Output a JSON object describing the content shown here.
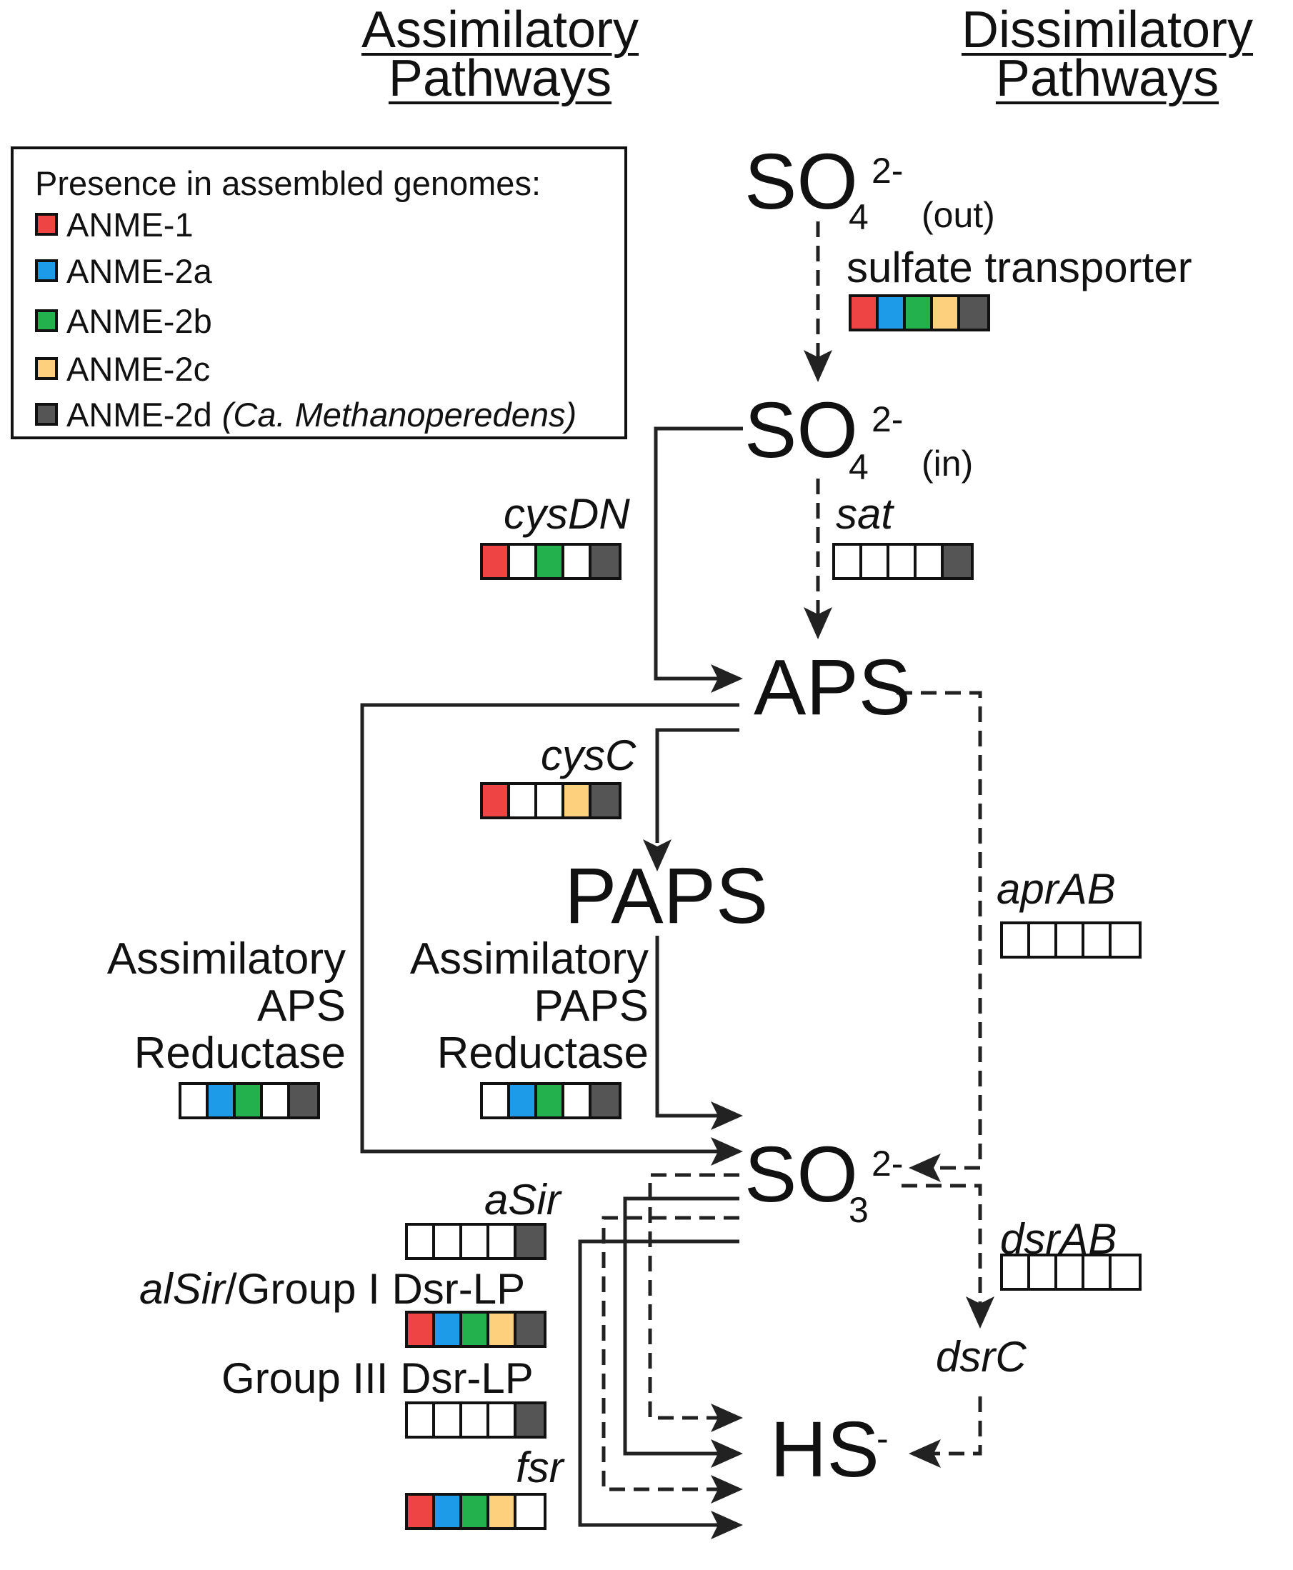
{
  "headers": {
    "assimilatory": [
      "Assimilatory",
      "Pathways"
    ],
    "dissimilatory": [
      "Dissimilatory",
      "Pathways"
    ]
  },
  "legend": {
    "title": "Presence in assembled genomes:",
    "groups": [
      {
        "label": "ANME-1",
        "color": "#ef4444"
      },
      {
        "label": "ANME-2a",
        "color": "#1d9be8"
      },
      {
        "label": "ANME-2b",
        "color": "#22b14c"
      },
      {
        "label": "ANME-2c",
        "color": "#fdd07e"
      },
      {
        "label": "ANME-2d",
        "note": "(Ca. Methanoperedens)",
        "color": "#555555"
      }
    ]
  },
  "metabolites": {
    "so4_out": {
      "base": "SO",
      "sub": "4",
      "sup": "2-",
      "loc": "(out)"
    },
    "so4_in": {
      "base": "SO",
      "sub": "4",
      "sup": "2-",
      "loc": "(in)"
    },
    "aps": "APS",
    "paps": "PAPS",
    "so3": {
      "base": "SO",
      "sub": "3",
      "sup": "2-"
    },
    "hs": {
      "base": "HS",
      "sup": "-"
    }
  },
  "genes": {
    "sulfate_transporter": {
      "label": "sulfate transporter",
      "presence": [
        1,
        1,
        1,
        1,
        1
      ]
    },
    "cysDN": {
      "label": "cysDN",
      "presence": [
        1,
        0,
        1,
        0,
        1
      ]
    },
    "sat": {
      "label": "sat",
      "presence": [
        0,
        0,
        0,
        0,
        1
      ]
    },
    "cysC": {
      "label": "cysC",
      "presence": [
        1,
        0,
        0,
        1,
        1
      ]
    },
    "aprAB": {
      "label": "aprAB",
      "presence": [
        0,
        0,
        0,
        0,
        0
      ]
    },
    "aps_reductase": {
      "label": [
        "Assimilatory",
        "APS",
        "Reductase"
      ],
      "presence": [
        0,
        1,
        1,
        0,
        1
      ]
    },
    "paps_reductase": {
      "label": [
        "Assimilatory",
        "PAPS",
        "Reductase"
      ],
      "presence": [
        0,
        1,
        1,
        0,
        1
      ]
    },
    "aSir": {
      "label": "aSir",
      "presence": [
        0,
        0,
        0,
        0,
        1
      ]
    },
    "alSir": {
      "label_italic": "alSir",
      "label_rest": "/Group I Dsr-LP",
      "presence": [
        1,
        1,
        1,
        1,
        1
      ]
    },
    "group3": {
      "label": "Group III Dsr-LP",
      "presence": [
        0,
        0,
        0,
        0,
        1
      ]
    },
    "fsr": {
      "label": "fsr",
      "presence": [
        1,
        1,
        1,
        1,
        0
      ]
    },
    "dsrAB": {
      "label": "dsrAB",
      "presence": [
        0,
        0,
        0,
        0,
        0
      ]
    },
    "dsrC": {
      "label": "dsrC"
    }
  }
}
